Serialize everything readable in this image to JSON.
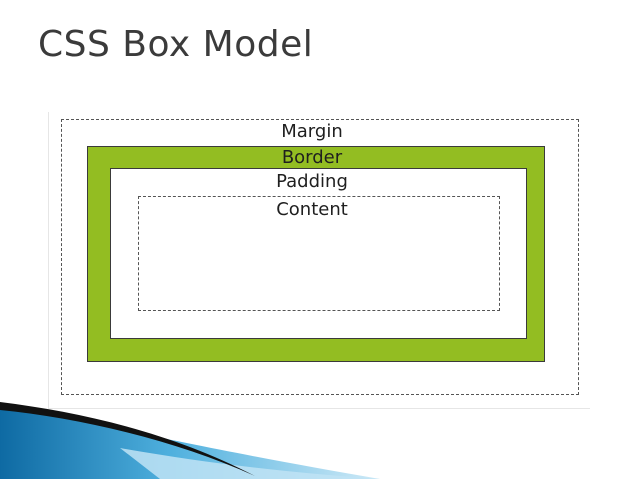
{
  "slide": {
    "title": "CSS Box Model"
  },
  "diagram": {
    "labels": {
      "margin": "Margin",
      "border": "Border",
      "padding": "Padding",
      "content": "Content"
    },
    "colors": {
      "border_fill": "#93bd22",
      "dashed_outline": "#555555",
      "solid_outline": "#3a3a3a",
      "title_text": "#3b3b3b"
    }
  },
  "decoration": {
    "swoosh_colors": [
      "#0e6aa3",
      "#4fb0de",
      "#a9d9f0",
      "#111111"
    ]
  }
}
